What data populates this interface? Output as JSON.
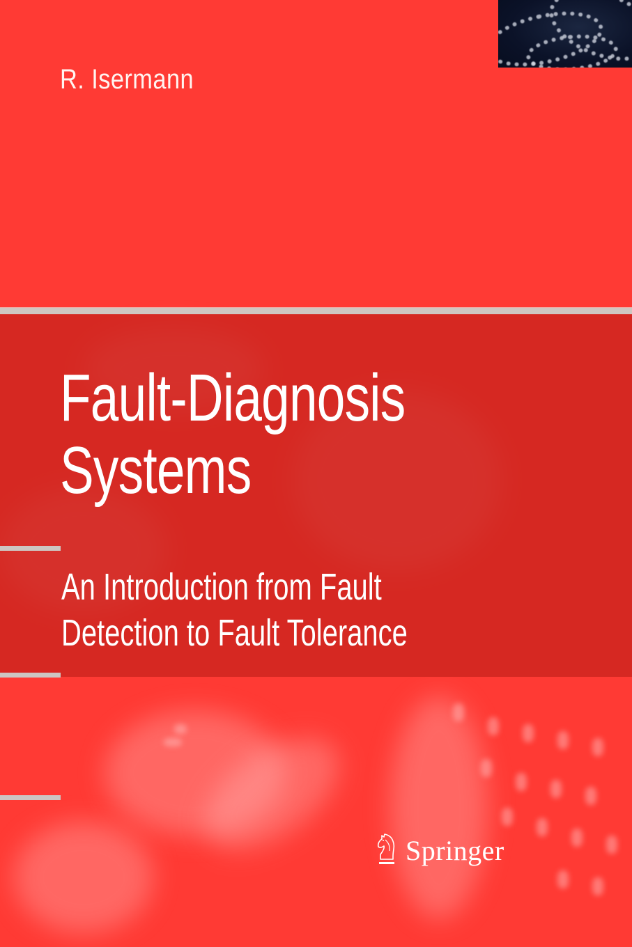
{
  "cover": {
    "author": "R. Isermann",
    "title_lines": [
      "Fault-Diagnosis",
      "Systems"
    ],
    "subtitle_lines": [
      "An Introduction from Fault",
      "Detection to Fault Tolerance"
    ],
    "publisher": {
      "name": "Springer",
      "logo_icon": "chess-knight-icon"
    }
  },
  "colors": {
    "background_red": "#ff3a34",
    "band_red": "#d3281f",
    "rule_gray": "#cfc7c2",
    "text": "#ffffff",
    "thumbnail_navy": "#0b1228"
  }
}
